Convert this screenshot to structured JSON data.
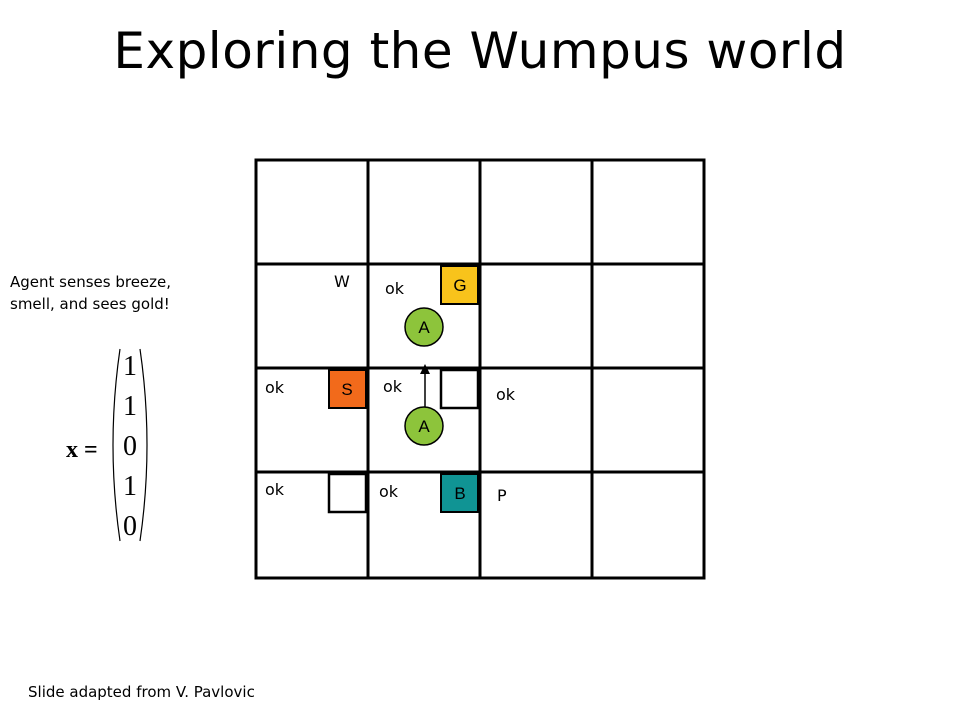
{
  "title": "Exploring the Wumpus world",
  "caption": {
    "line1": "Agent senses breeze,",
    "line2": "smell, and sees gold!"
  },
  "vector": {
    "lhs": "x =",
    "entries": [
      "1",
      "1",
      "0",
      "1",
      "0"
    ]
  },
  "grid": {
    "rows": 4,
    "cols": 4,
    "labels": {
      "wumpus": "W",
      "gold": "G",
      "stench": "S",
      "breeze": "B",
      "pit": "P",
      "agent": "A",
      "ok": "ok"
    }
  },
  "colors": {
    "gold": "#F8C31B",
    "stench": "#F26A1B",
    "breeze": "#109494",
    "agent": "#8DC43B"
  },
  "credit": "Slide adapted from V. Pavlovic"
}
